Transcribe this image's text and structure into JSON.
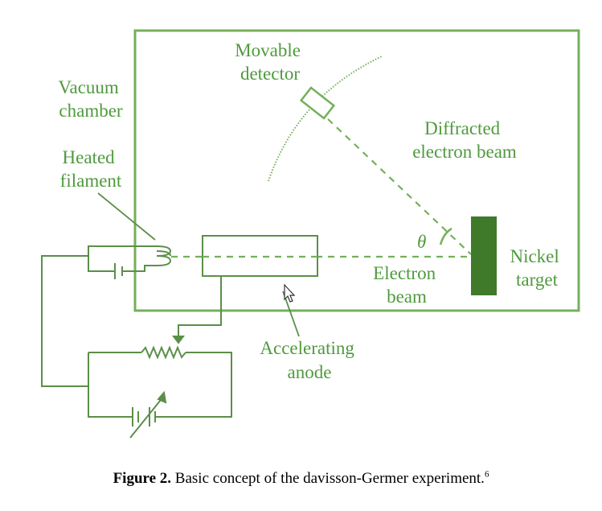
{
  "diagram": {
    "labels": {
      "movable_detector": [
        "Movable",
        "detector"
      ],
      "vacuum_chamber": [
        "Vacuum",
        "chamber"
      ],
      "heated_filament": [
        "Heated",
        "filament"
      ],
      "diffracted_beam": [
        "Diffracted",
        "electron beam"
      ],
      "theta": "θ",
      "nickel_target": [
        "Nickel",
        "target"
      ],
      "electron_beam": [
        "Electron",
        "beam"
      ],
      "accelerating_anode": [
        "Accelerating",
        "anode"
      ]
    },
    "colors": {
      "frame": "#74b05a",
      "label": "#4f9a3d",
      "circuit": "#5b8f49",
      "target": "#3f7a2a",
      "cursor": "#333333"
    },
    "icons": {
      "cursor": "mouse-pointer-icon"
    }
  },
  "caption": {
    "label": "Figure 2.",
    "text": " Basic concept of the davisson-Germer experiment.",
    "ref": "6"
  }
}
